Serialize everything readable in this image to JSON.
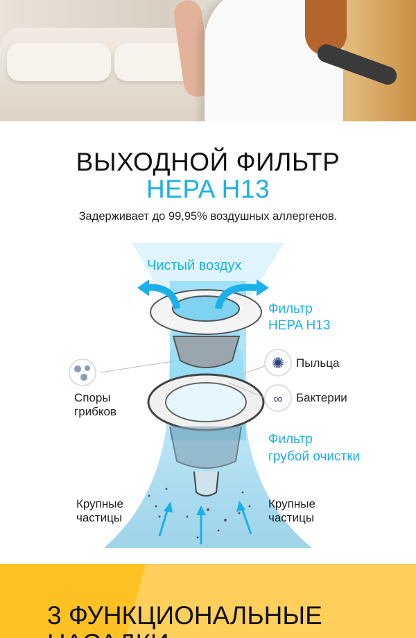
{
  "hero": {
    "image": "woman-vacuuming-living-room-photo"
  },
  "title_line1": "ВЫХОДНОЙ ФИЛЬТР",
  "title_line2": "HEPA H13",
  "subtitle": "Задерживает до 99,95% воздушных аллергенов.",
  "diagram": {
    "clean_air": "Чистый воздух",
    "hepa_label1": "Фильтр",
    "hepa_label2": "HEPA H13",
    "pollen": "Пыльца",
    "bacteria": "Бактерии",
    "spores1": "Споры",
    "spores2": "грибков",
    "coarse_label1": "Фильтр",
    "coarse_label2": "грубой очистки",
    "large_left1": "Крупные",
    "large_left2": "частицы",
    "large_right1": "Крупные",
    "large_right2": "частицы",
    "accent": "#1ab0ea"
  },
  "next_section": {
    "title_line1": "3 ФУНКЦИОНАЛЬНЫЕ",
    "title_line2": "НАСАДКИ:"
  }
}
